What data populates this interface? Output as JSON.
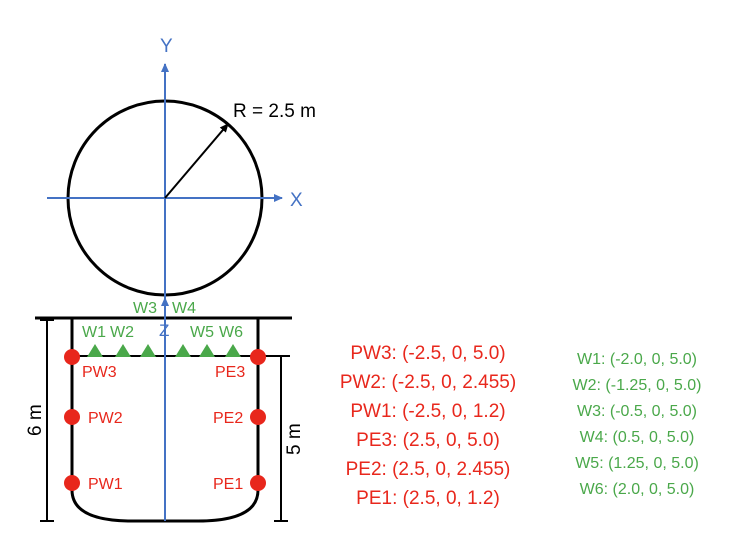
{
  "axes": {
    "y_label": "Y",
    "x_label": "X",
    "z_label": "Z"
  },
  "top_view": {
    "radius_label": "R = 2.5 m"
  },
  "dimensions": {
    "height_total": "6 m",
    "height_water": "5 m"
  },
  "wave_gauges": [
    {
      "id": "W1"
    },
    {
      "id": "W2"
    },
    {
      "id": "W3"
    },
    {
      "id": "W4"
    },
    {
      "id": "W5"
    },
    {
      "id": "W6"
    }
  ],
  "pressure_sensors": {
    "west": [
      "PW3",
      "PW2",
      "PW1"
    ],
    "east": [
      "PE3",
      "PE2",
      "PE1"
    ]
  },
  "pressure_coordinates": [
    "PW3: (-2.5, 0, 5.0)",
    "PW2: (-2.5, 0, 2.455)",
    "PW1: (-2.5, 0, 1.2)",
    "PE3: (2.5, 0, 5.0)",
    "PE2: (2.5, 0, 2.455)",
    "PE1: (2.5, 0, 1.2)"
  ],
  "gauge_coordinates": [
    "W1: (-2.0, 0, 5.0)",
    "W2: (-1.25, 0, 5.0)",
    "W3: (-0.5, 0, 5.0)",
    "W4: (0.5, 0, 5.0)",
    "W5: (1.25, 0, 5.0)",
    "W6: (2.0, 0, 5.0)"
  ],
  "colors": {
    "axis": "#4472c4",
    "sensor": "#e8271c",
    "gauge": "#4aa84a",
    "outline": "#000000"
  }
}
